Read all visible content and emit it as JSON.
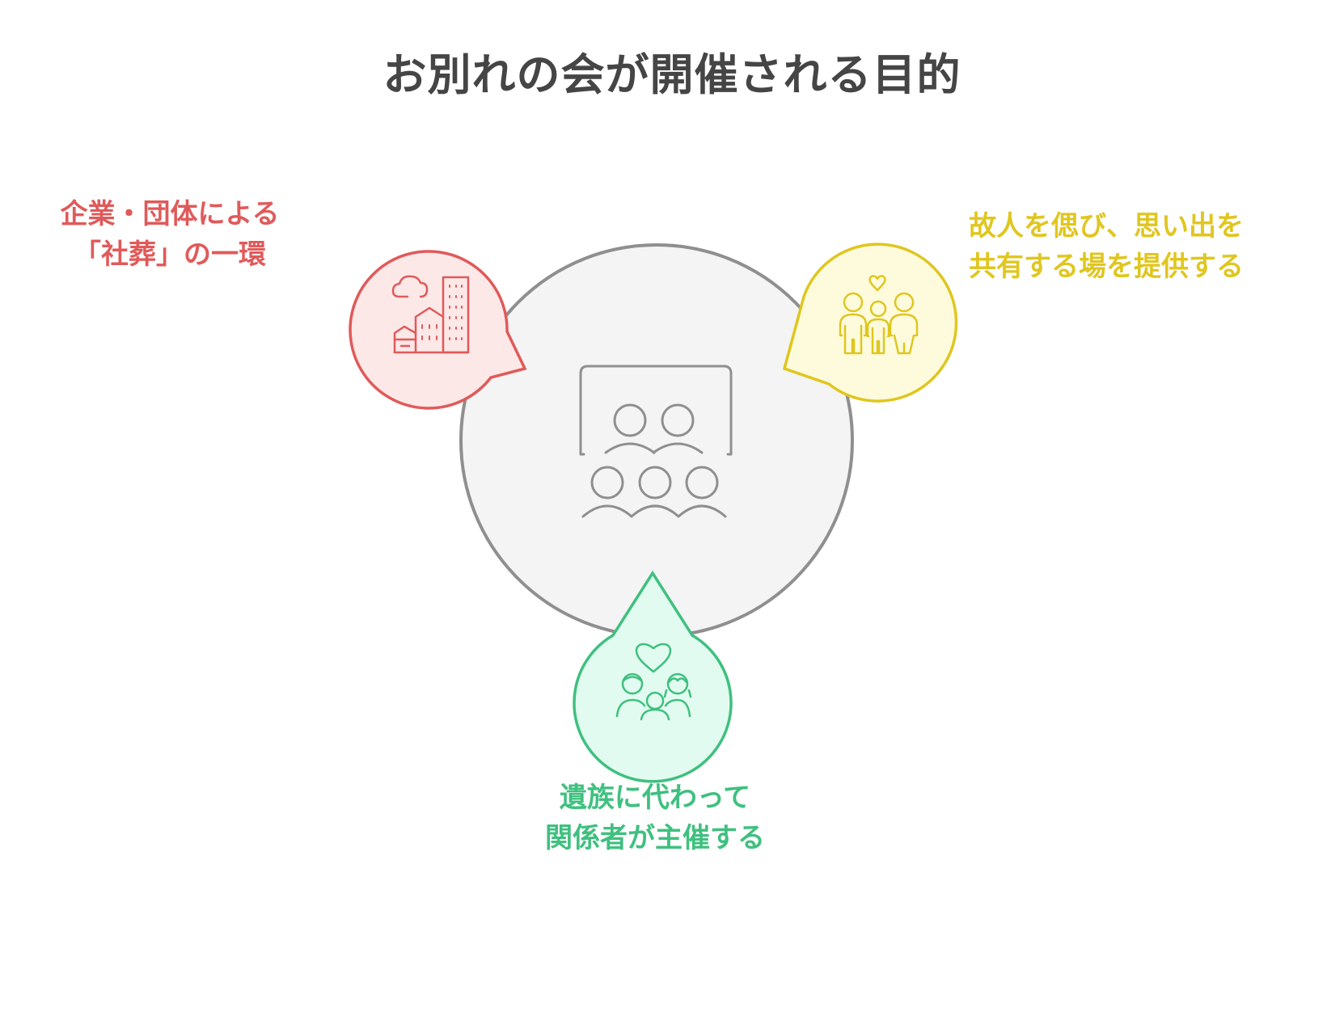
{
  "title": "お別れの会が開催される目的",
  "colors": {
    "center_fill": "#f4f4f4",
    "center_stroke": "#8f8f8f",
    "red_fill": "#fde8e8",
    "red_stroke": "#e05a5a",
    "yellow_fill": "#fefbdc",
    "yellow_stroke": "#e0c61f",
    "green_fill": "#e2fbf0",
    "green_stroke": "#3fc07f"
  },
  "center": {
    "icon": "audience-presentation-icon"
  },
  "purposes": [
    {
      "id": "red",
      "lines": [
        "企業・団体による",
        "「社葬」の一環"
      ],
      "icon": "buildings-icon"
    },
    {
      "id": "yellow",
      "lines": [
        "故人を偲び、思い出を",
        "共有する場を提供する"
      ],
      "icon": "family-heart-icon"
    },
    {
      "id": "green",
      "lines": [
        "遺族に代わって",
        "関係者が主催する"
      ],
      "icon": "people-heart-icon"
    }
  ]
}
